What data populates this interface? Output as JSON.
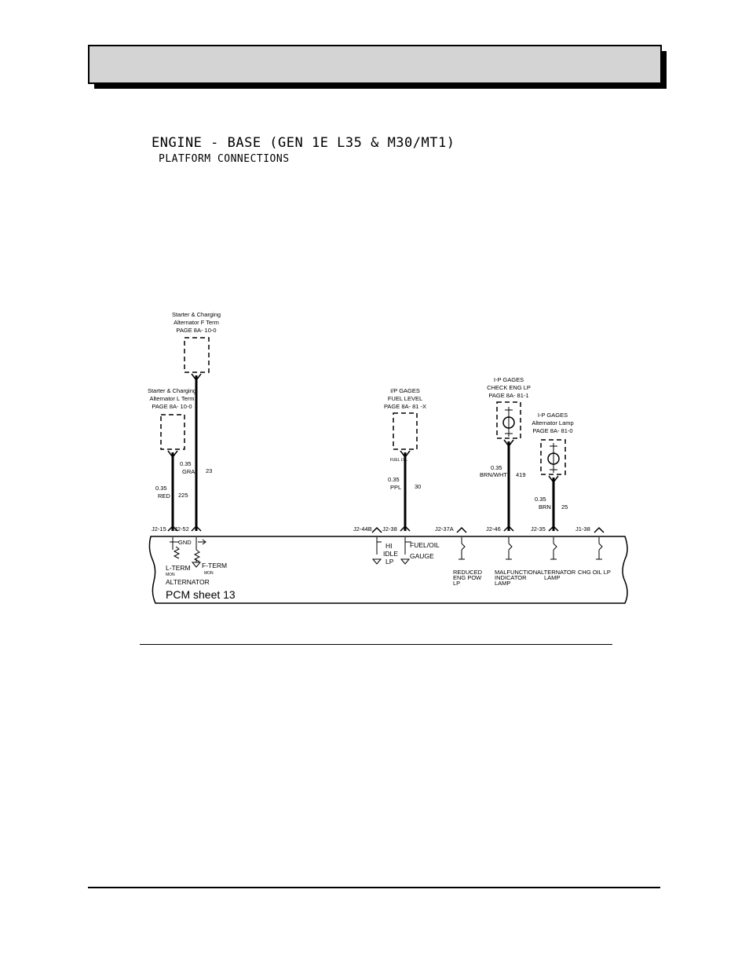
{
  "title": "ENGINE - BASE (GEN 1E L35 & M30/MT1)",
  "subtitle": "PLATFORM CONNECTIONS",
  "components": {
    "alt_f_term": {
      "l1": "Starter & Charging",
      "l2": "Alternator F Term",
      "l3": "PAGE 8A- 10-0"
    },
    "alt_l_term": {
      "l1": "Starter & Charging",
      "l2": "Alternator L Term",
      "l3": "PAGE 8A- 10-0"
    },
    "fuel_level": {
      "l1": "I/P GAGES",
      "l2": "FUEL LEVEL",
      "l3": "PAGE 8A- 81 -X",
      "pin": "FUEL LVL"
    },
    "check_eng": {
      "l1": "I-P GAGES",
      "l2": "CHECK ENG LP",
      "l3": "PAGE 8A- 81-1"
    },
    "alt_lamp": {
      "l1": "I-P GAGES",
      "l2": "Alternator Lamp",
      "l3": "PAGE 8A- 81-0"
    }
  },
  "wires": {
    "gra": {
      "gauge": "0.35",
      "color": "GRA",
      "circuit": "23"
    },
    "red": {
      "gauge": "0.35",
      "color": "RED",
      "circuit": "225"
    },
    "ppl": {
      "gauge": "0.35",
      "color": "PPL",
      "circuit": "30"
    },
    "brnwht": {
      "gauge": "0.35",
      "color": "BRN/WHT",
      "circuit": "419"
    },
    "brn": {
      "gauge": "0.35",
      "color": "BRN",
      "circuit": "25"
    }
  },
  "connectors": [
    "J2-15",
    "J2-52",
    "J2-44B",
    "J2-38",
    "J2-37A",
    "J2-46",
    "J2-35",
    "J1-38"
  ],
  "pcm": {
    "gnd": "GND",
    "l_term": "L-TERM",
    "l_mon": "MON",
    "f_term": "F-TERM",
    "f_mon": "MON",
    "alternator": "ALTERNATOR",
    "sheet": "PCM sheet 13",
    "hi": "HI",
    "idle": "IDLE",
    "lp": "LP",
    "fuel_oil": "FUEL/OIL",
    "gauge": "GAUGE",
    "reduced1": "REDUCED",
    "reduced2": "ENG POW",
    "reduced3": "LP",
    "malf1": "MALFUNCTION",
    "malf2": "INDICATOR",
    "malf3": "LAMP",
    "altlamp1": "ALTERNATOR",
    "altlamp2": "LAMP",
    "chg_oil": "CHG OIL LP"
  }
}
